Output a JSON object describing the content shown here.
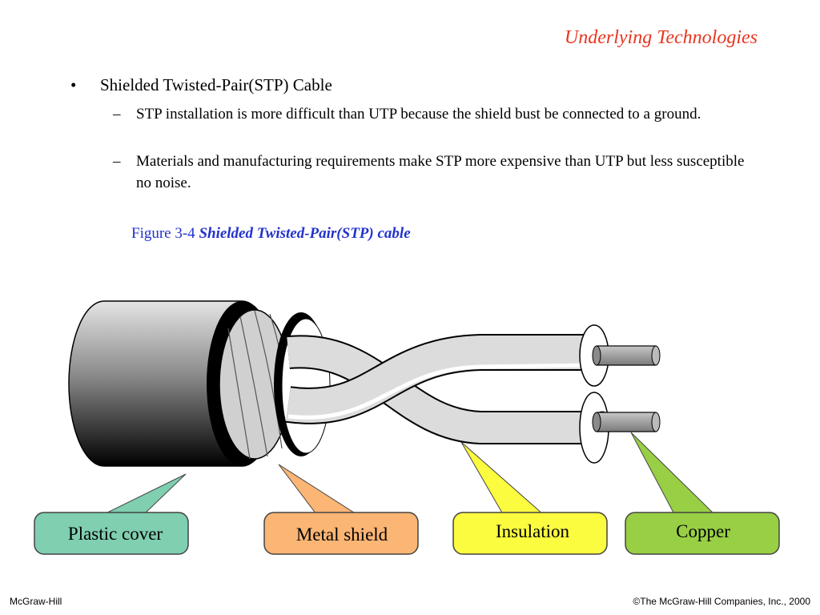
{
  "header": {
    "title": "Underlying Technologies"
  },
  "bullet": {
    "marker": "•",
    "text": "Shielded Twisted-Pair(STP) Cable"
  },
  "subbullets": [
    {
      "marker": "–",
      "text": "STP installation is more difficult than UTP because the shield bust be connected to a ground."
    },
    {
      "marker": "–",
      "text": "Materials and manufacturing requirements make STP more expensive than UTP but less susceptible no noise."
    }
  ],
  "figure": {
    "number": "Figure  3-4",
    "title": "Shielded Twisted-Pair(STP) cable",
    "labels": {
      "plastic_cover": "Plastic cover",
      "metal_shield": "Metal shield",
      "insulation": "Insulation",
      "copper": "Copper"
    },
    "colors": {
      "plastic_cover": "#7fcfb0",
      "metal_shield": "#fbb574",
      "insulation": "#fbfb40",
      "copper": "#98cf44",
      "caption": "#2233cc",
      "title": "#e8351f"
    }
  },
  "footer": {
    "left": "McGraw-Hill",
    "right": "©The McGraw-Hill Companies, Inc., 2000"
  }
}
